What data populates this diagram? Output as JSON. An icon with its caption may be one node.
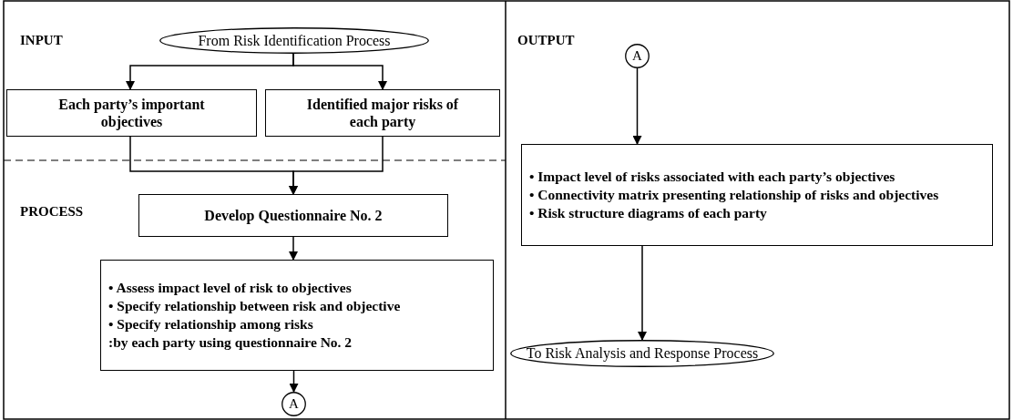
{
  "diagram": {
    "nodes": [
      {
        "text": [
          "From Risk Identification Process"
        ]
      },
      {
        "text": [
          "Each party’s important objectives"
        ]
      },
      {
        "text": [
          "Identified major risks of each party"
        ]
      },
      {
        "text": [
          "Develop Questionnaire No. 2"
        ]
      },
      {
        "text": [
          "• Assess impact level of risk to objectives",
          "• Specify relationship between risk and objective",
          "• Specify relationship among risks",
          ":by each party using questionnaire No. 2"
        ]
      },
      {
        "text": [
          "A"
        ]
      },
      {
        "text": [
          "A"
        ]
      },
      {
        "text": [
          "• Impact level of risks associated with each party’s objectives",
          "• Connectivity matrix presenting relationship of risks and objectives",
          "• Risk structure diagrams of each party"
        ]
      },
      {
        "text": [
          "To Risk Analysis and Response Process"
        ]
      }
    ],
    "edges": [
      {
        "from": 0,
        "to": 1,
        "arrow": "to"
      },
      {
        "from": 0,
        "to": 2,
        "arrow": "to"
      },
      {
        "from": 1,
        "to": 3,
        "arrow": "to"
      },
      {
        "from": 2,
        "to": 3,
        "arrow": "to"
      },
      {
        "from": 3,
        "to": 4,
        "arrow": "to"
      },
      {
        "from": 4,
        "to": 5,
        "arrow": "to"
      },
      {
        "from": 6,
        "to": 7,
        "arrow": "to"
      },
      {
        "from": 7,
        "to": 8,
        "arrow": "to"
      }
    ],
    "labels": [
      "INPUT",
      "PROCESS",
      "OUTPUT"
    ]
  }
}
